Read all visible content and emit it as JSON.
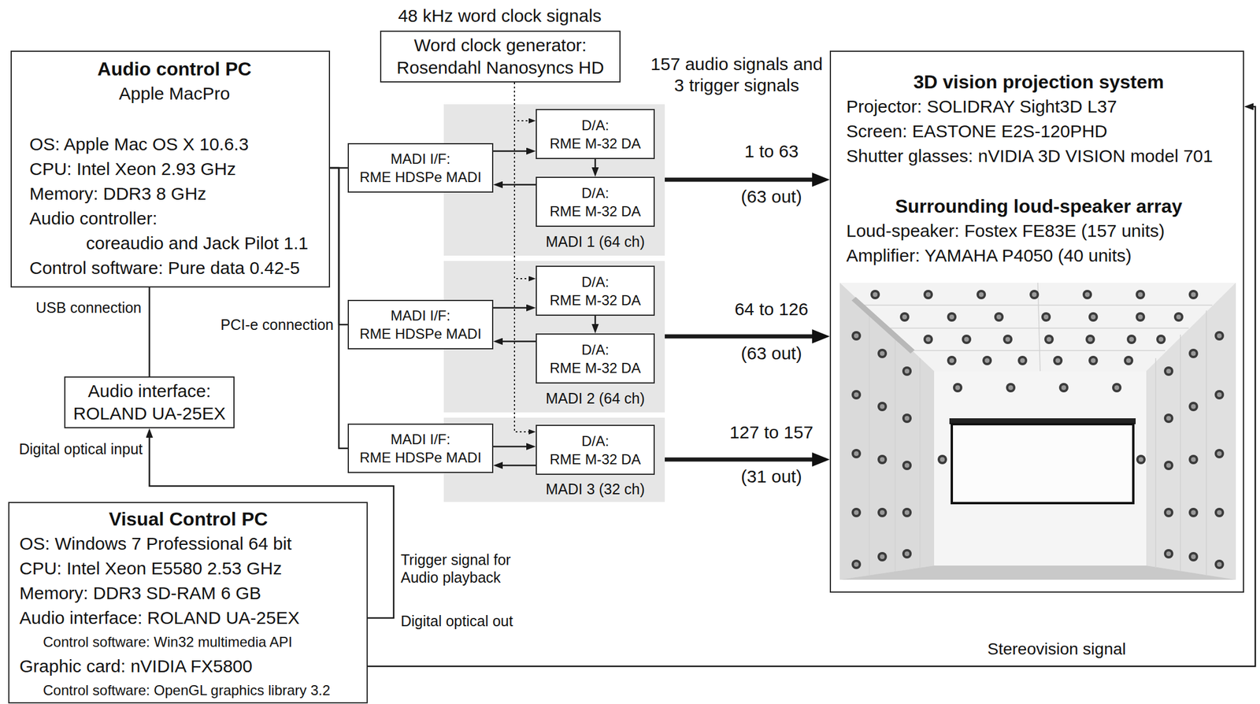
{
  "diagram": {
    "nodes": [
      {
        "text": [
          "Audio control PC",
          "Apple MacPro",
          "OS: Apple Mac OS X 10.6.3",
          "CPU: Intel Xeon 2.93 GHz",
          "Memory: DDR3 8 GHz",
          "Audio controller:",
          "coreaudio and Jack Pilot 1.1",
          "Control software: Pure data 0.42-5"
        ]
      },
      {
        "text": [
          "Word clock generator:",
          "Rosendahl Nanosyncs HD"
        ]
      },
      {
        "text": [
          "MADI I/F:",
          "RME HDSPe MADI"
        ]
      },
      {
        "text": [
          "MADI 1 (64 ch)"
        ]
      },
      {
        "text": [
          "D/A:",
          "RME M-32 DA"
        ],
        "in": 3
      },
      {
        "text": [
          "D/A:",
          "RME M-32 DA"
        ],
        "in": 3
      },
      {
        "text": [
          "MADI I/F:",
          "RME HDSPe MADI"
        ]
      },
      {
        "text": [
          "MADI 2 (64 ch)"
        ]
      },
      {
        "text": [
          "D/A:",
          "RME M-32 DA"
        ],
        "in": 7
      },
      {
        "text": [
          "D/A:",
          "RME M-32 DA"
        ],
        "in": 7
      },
      {
        "text": [
          "MADI I/F:",
          "RME HDSPe MADI"
        ]
      },
      {
        "text": [
          "MADI 3 (32 ch)"
        ]
      },
      {
        "text": [
          "D/A:",
          "RME M-32 DA"
        ],
        "in": 11
      },
      {
        "text": [
          "3D vision projection system",
          "Projector: SOLIDRAY Sight3D L37",
          "Screen: EASTONE E2S-120PHD",
          "Shutter glasses: nVIDIA 3D VISION model 701",
          "Surrounding loud-speaker array",
          "Loud-speaker: Fostex FE83E (157 units)",
          "Amplifier: YAMAHA P4050 (40 units)"
        ]
      },
      {
        "text": [
          "Audio interface:",
          "ROLAND UA-25EX"
        ]
      },
      {
        "text": [
          "Visual Control PC",
          "OS: Windows 7 Professional 64 bit",
          "CPU: Intel Xeon E5580 2.53 GHz",
          "Memory: DDR3 SD-RAM 6 GB",
          "Audio interface: ROLAND UA-25EX",
          "Control software: Win32 multimedia API",
          "Graphic card: nVIDIA FX5800",
          "Control software: OpenGL graphics library 3.2"
        ]
      }
    ],
    "edges": [
      {
        "from": 0,
        "to": 2,
        "arrow": "none"
      },
      {
        "from": 0,
        "to": 6,
        "arrow": "none"
      },
      {
        "from": 0,
        "to": 10,
        "arrow": "none"
      },
      {
        "from": 1,
        "to": 4,
        "arrow": "to"
      },
      {
        "from": 1,
        "to": 8,
        "arrow": "to"
      },
      {
        "from": 1,
        "to": 12,
        "arrow": "to"
      },
      {
        "from": 2,
        "to": 4,
        "arrow": "to"
      },
      {
        "from": 4,
        "to": 5,
        "arrow": "to"
      },
      {
        "from": 5,
        "to": 2,
        "arrow": "to"
      },
      {
        "from": 6,
        "to": 8,
        "arrow": "to"
      },
      {
        "from": 8,
        "to": 9,
        "arrow": "to"
      },
      {
        "from": 9,
        "to": 6,
        "arrow": "to"
      },
      {
        "from": 10,
        "to": 12,
        "arrow": "to"
      },
      {
        "from": 12,
        "to": 10,
        "arrow": "to"
      },
      {
        "from": 3,
        "to": 13,
        "label": "1 to 63",
        "arrow": "to"
      },
      {
        "from": 7,
        "to": 13,
        "label": "64 to 126",
        "arrow": "to"
      },
      {
        "from": 11,
        "to": 13,
        "label": "127 to 157",
        "arrow": "to"
      },
      {
        "from": 14,
        "to": 0,
        "arrow": "none"
      },
      {
        "from": 15,
        "to": 14,
        "arrow": "to"
      },
      {
        "from": 15,
        "to": 13,
        "arrow": "to"
      }
    ],
    "labels": [
      "48 kHz word clock signals",
      "157 audio signals and 3 trigger signals",
      "(63 out)",
      "(63 out)",
      "(31 out)",
      "USB connection",
      "PCI-e connection",
      "Digital optical input",
      "Trigger signal for Audio playback",
      "Digital optical out",
      "Stereovision signal"
    ]
  }
}
